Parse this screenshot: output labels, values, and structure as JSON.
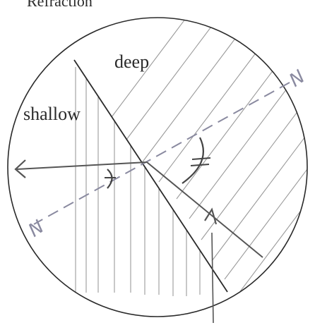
{
  "diagram": {
    "title": "Refraction",
    "regions": {
      "deep": "deep",
      "shallow": "shallow"
    },
    "normal_marker_top": "N",
    "normal_marker_bottom": "N",
    "colors": {
      "ink": "#2a2a2a",
      "hatch": "#9a9a9a",
      "normal": "#8a8aa0",
      "ray": "#555555",
      "angle_mark": "#444444"
    },
    "icons": {
      "incident_arrow": "arrow-up-icon",
      "refracted_arrow": "arrow-left-icon"
    }
  }
}
